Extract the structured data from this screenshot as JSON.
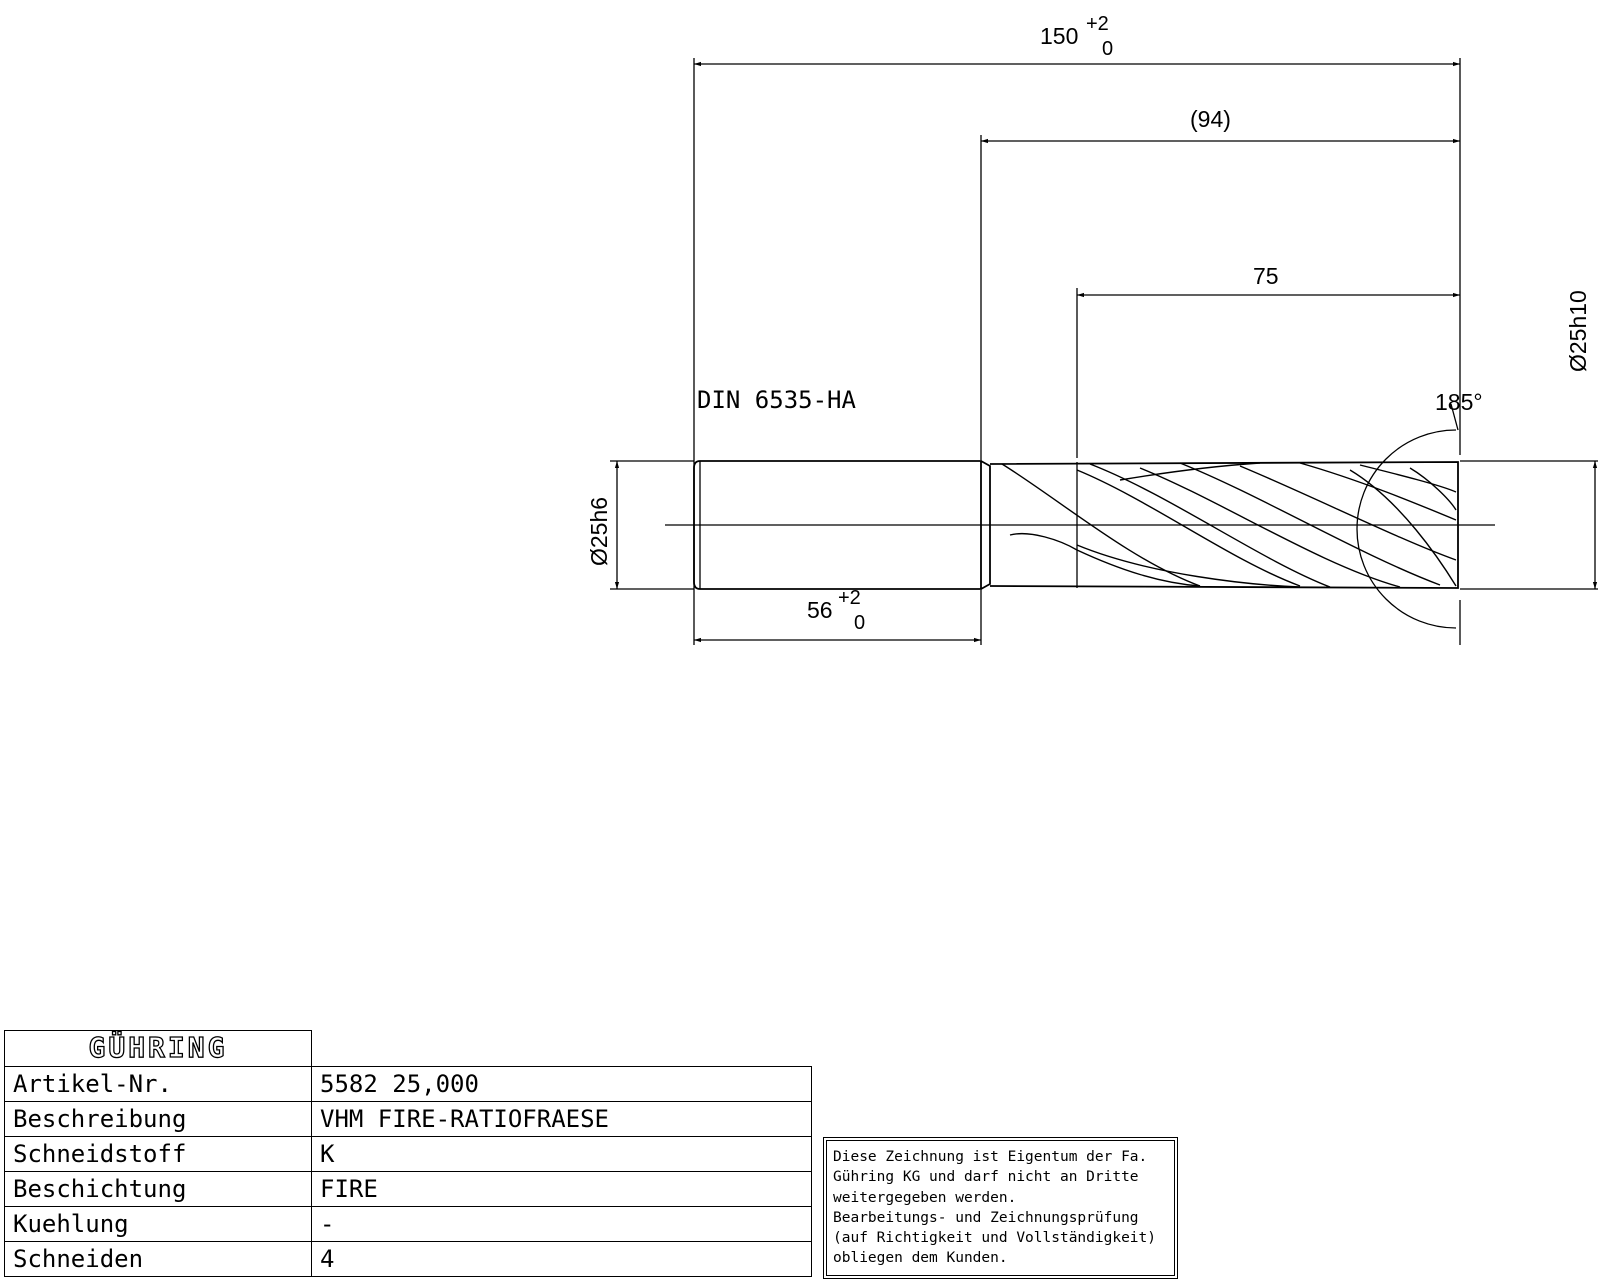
{
  "drawing": {
    "dim_overall_base": "150",
    "dim_overall_upper": "+2",
    "dim_overall_lower": "0",
    "dim_ref": "(94)",
    "dim_flute_length": "75",
    "dim_cut_diameter": "Ø25h10",
    "standard_note": "DIN 6535-HA",
    "angle": "185°",
    "dim_shank_diameter": "Ø25h6",
    "dim_shank_base": "56",
    "dim_shank_upper": "+2",
    "dim_shank_lower": "0"
  },
  "title_block": {
    "logo": "GÜHRING",
    "rows": [
      {
        "label": "Artikel-Nr.",
        "value": "5582 25,000"
      },
      {
        "label": "Beschreibung",
        "value": "VHM FIRE-RATIOFRAESE"
      },
      {
        "label": "Schneidstoff",
        "value": "K"
      },
      {
        "label": "Beschichtung",
        "value": "FIRE"
      },
      {
        "label": "Kuehlung",
        "value": "-"
      },
      {
        "label": "Schneiden",
        "value": "4"
      }
    ]
  },
  "disclaimer": {
    "lines": [
      "Diese Zeichnung ist Eigentum der Fa.",
      "Gühring KG und darf nicht an Dritte",
      "weitergegeben werden.",
      "Bearbeitungs- und Zeichnungsprüfung",
      "(auf Richtigkeit und Vollständigkeit)",
      "obliegen dem Kunden."
    ]
  }
}
